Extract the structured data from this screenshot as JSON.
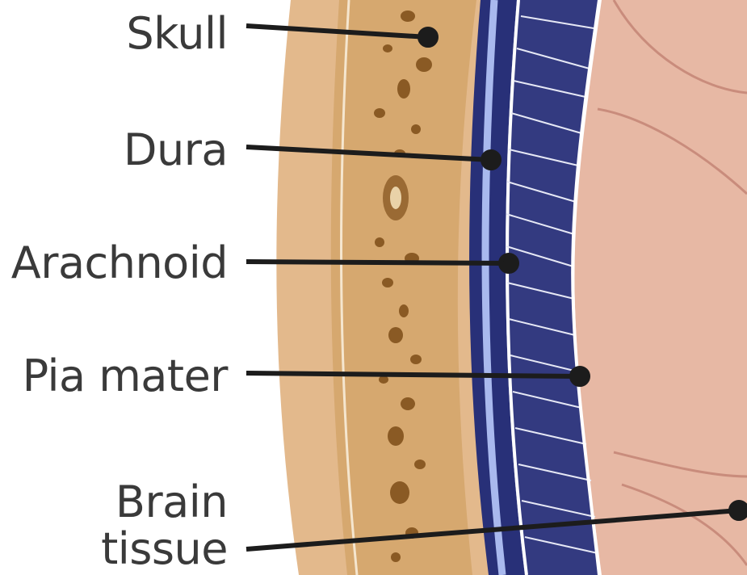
{
  "labels": {
    "skull": "Skull",
    "dura": "Dura",
    "arachnoid": "Arachnoid",
    "pia_mater": "Pia mater",
    "brain_line1": "Brain",
    "brain_line2": "tissue"
  },
  "colors": {
    "background": "#ffffff",
    "label_text": "#3a3a3a",
    "leader_line": "#1c1c1c",
    "skull_outer": "#e3b98c",
    "skull_diploe": "#d6a86f",
    "skull_pores": "#8a5a24",
    "dura": "#283078",
    "dura_highlight": "#a9b9ee",
    "arachnoid_space": "#333a80",
    "arachnoid_trabeculae": "#e6e8f5",
    "pia": "#ffffff",
    "brain_tissue": "#e7b8a4",
    "brain_fold": "#c98c7c"
  }
}
